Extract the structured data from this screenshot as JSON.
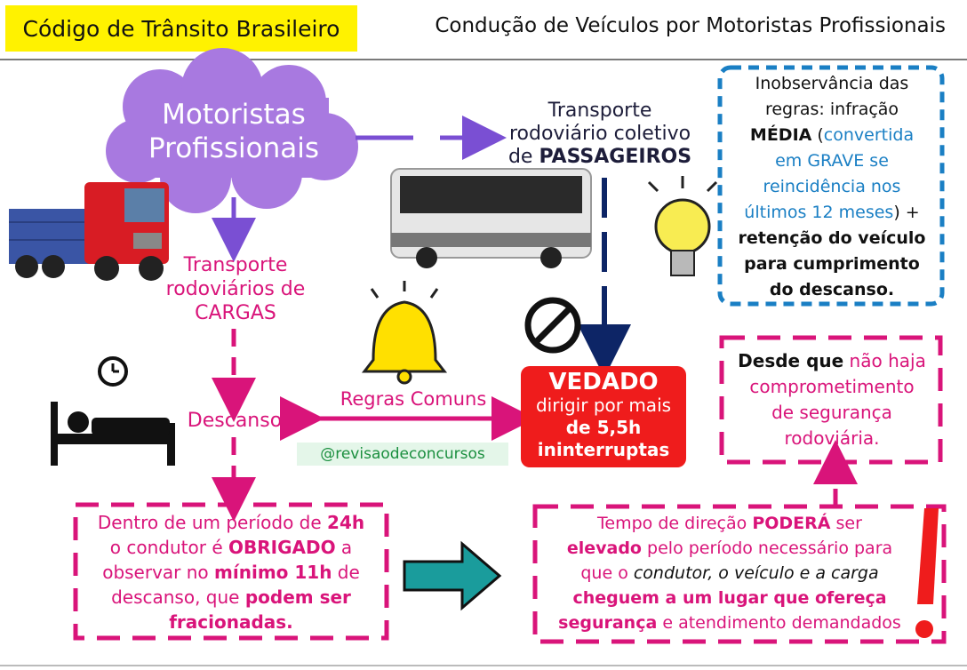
{
  "header": {
    "title": "Código de Trânsito Brasileiro",
    "subtitle": "Condução de Veículos por Motoristas Profissionais"
  },
  "cloud": {
    "line1": "Motoristas",
    "line2": "Profissionais"
  },
  "passengers": {
    "line1": "Transporte",
    "line2": "rodoviário coletivo",
    "line3_prefix": "de ",
    "line3_bold": "PASSAGEIROS"
  },
  "cargo": {
    "line1": "Transporte",
    "line2": "rodoviários de",
    "line3": "CARGAS"
  },
  "penalty": {
    "p1": "Inobservância das",
    "p2": "regras: infração",
    "p3_bold": "MÉDIA",
    "p3_open": " (",
    "p3_blue": "convertida",
    "p4": "em GRAVE se",
    "p5": "reincidência nos",
    "p6_blue": "últimos 12 meses",
    "p6_tail": ") +",
    "p7": "retenção do veículo",
    "p8": "para cumprimento",
    "p9": "do descanso."
  },
  "vedado": {
    "title": "VEDADO",
    "line1": "dirigir por mais",
    "line2": "de 5,5h",
    "line3": "ininterruptas"
  },
  "common_rules": "Regras Comuns",
  "rest": "Descanso",
  "handle": "@revisaodeconcursos",
  "condition": {
    "p1_bold": "Desde que",
    "p1_pink": " não haja",
    "p2": "comprometimento",
    "p3": "de segurança",
    "p4": "rodoviária."
  },
  "rest_rule": {
    "l1_a": "Dentro de um período de ",
    "l1_b": "24h",
    "l2_a": "o condutor é ",
    "l2_b": "OBRIGADO",
    "l2_c": " a",
    "l3_a": "observar no ",
    "l3_b": "mínimo 11h",
    "l3_c": " de",
    "l4_a": "descanso, que ",
    "l4_b": "podem ser",
    "l5": "fracionadas."
  },
  "extension": {
    "l1_a": "Tempo de direção ",
    "l1_b": "PODERÁ",
    "l1_c": " ser",
    "l2_a": "elevado",
    "l2_b": " pelo período necessário para",
    "l3_a": "que o ",
    "l3_b": "condutor, o veículo e a carga",
    "l4": "cheguem a um lugar que ofereça",
    "l5_a": "segurança",
    "l5_b": " e atendimento demandados"
  },
  "colors": {
    "title_bg": "#fff200",
    "cloud": "#a879e0",
    "arrow_purple": "#7a4fd3",
    "pink": "#d9147a",
    "blue_dashed": "#1a7fc4",
    "navy": "#0d2566",
    "red": "#ef1c1c",
    "teal": "#1a9c9c",
    "handle_bg": "#e4f6e9",
    "handle_text": "#1b8f3f"
  }
}
